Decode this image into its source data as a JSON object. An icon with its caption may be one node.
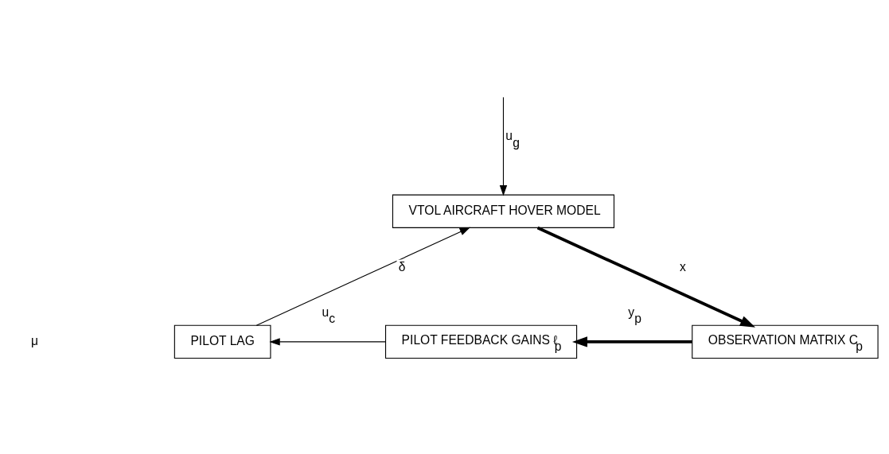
{
  "diagram": {
    "nodes": [
      {
        "text": [
          "VTOL AIRCRAFT HOVER MODEL"
        ]
      },
      {
        "text": [
          "OBSERVATION MATRIX C$_{p}$"
        ]
      },
      {
        "text": [
          "PILOT FEEDBACK GAINS ℓ$_{p}$"
        ]
      },
      {
        "text": [
          "PILOT LAG"
        ]
      }
    ],
    "edges": [
      {
        "from": null,
        "to": 0,
        "arrow": "to",
        "label": "u$_{g}$"
      },
      {
        "from": 0,
        "to": 1,
        "arrow": "to",
        "label": "x",
        "style": "thick"
      },
      {
        "from": 1,
        "to": 2,
        "arrow": "to",
        "label": "y$_{p}$",
        "style": "thick"
      },
      {
        "from": 2,
        "to": 3,
        "arrow": "to",
        "label": "u$_{c}$"
      },
      {
        "from": 3,
        "to": 0,
        "arrow": "to",
        "label": "δ"
      }
    ],
    "labels": [
      "μ"
    ]
  }
}
